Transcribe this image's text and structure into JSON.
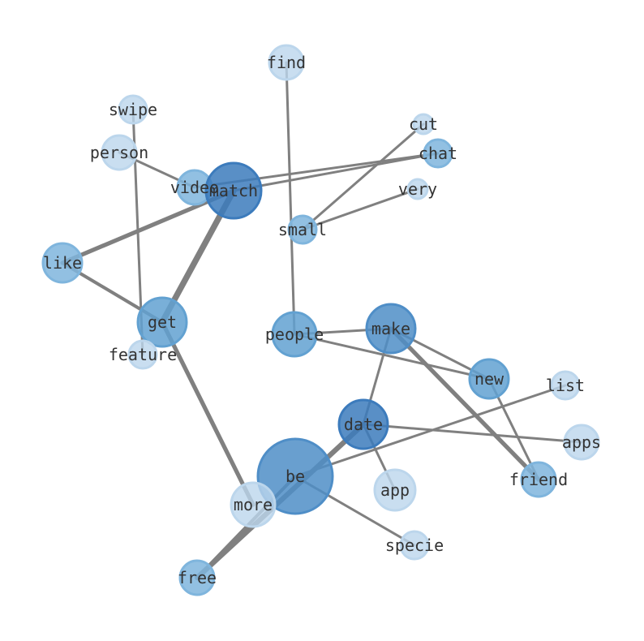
{
  "nodes": [
    {
      "id": "find",
      "label": "find",
      "tone": "light"
    },
    {
      "id": "swipe",
      "label": "swipe",
      "tone": "light"
    },
    {
      "id": "person",
      "label": "person",
      "tone": "light"
    },
    {
      "id": "cut",
      "label": "cut",
      "tone": "light"
    },
    {
      "id": "chat",
      "label": "chat",
      "tone": "mid"
    },
    {
      "id": "very",
      "label": "very",
      "tone": "light"
    },
    {
      "id": "video",
      "label": "video",
      "tone": "mid"
    },
    {
      "id": "match",
      "label": "match",
      "tone": "darkest"
    },
    {
      "id": "small",
      "label": "small",
      "tone": "mid"
    },
    {
      "id": "like",
      "label": "like",
      "tone": "mid"
    },
    {
      "id": "get",
      "label": "get",
      "tone": "midDark"
    },
    {
      "id": "feature",
      "label": "feature",
      "tone": "light"
    },
    {
      "id": "people",
      "label": "people",
      "tone": "midDark"
    },
    {
      "id": "make",
      "label": "make",
      "tone": "dark"
    },
    {
      "id": "new",
      "label": "new",
      "tone": "midDark"
    },
    {
      "id": "list",
      "label": "list",
      "tone": "light"
    },
    {
      "id": "date",
      "label": "date",
      "tone": "darkest"
    },
    {
      "id": "apps",
      "label": "apps",
      "tone": "light"
    },
    {
      "id": "be",
      "label": "be",
      "tone": "dark"
    },
    {
      "id": "app",
      "label": "app",
      "tone": "light"
    },
    {
      "id": "friend",
      "label": "friend",
      "tone": "mid"
    },
    {
      "id": "more",
      "label": "more",
      "tone": "light"
    },
    {
      "id": "specie",
      "label": "specie",
      "tone": "light"
    },
    {
      "id": "free",
      "label": "free",
      "tone": "mid"
    }
  ],
  "edges": [
    {
      "source": "find",
      "target": "people",
      "weight": 1
    },
    {
      "source": "swipe",
      "target": "feature",
      "weight": 1
    },
    {
      "source": "person",
      "target": "video",
      "weight": 1
    },
    {
      "source": "video",
      "target": "chat",
      "weight": 1
    },
    {
      "source": "match",
      "target": "chat",
      "weight": 1
    },
    {
      "source": "cut",
      "target": "small",
      "weight": 1
    },
    {
      "source": "very",
      "target": "small",
      "weight": 1
    },
    {
      "source": "match",
      "target": "like",
      "weight": 2
    },
    {
      "source": "match",
      "target": "get",
      "weight": 3
    },
    {
      "source": "like",
      "target": "get",
      "weight": 1.5
    },
    {
      "source": "get",
      "target": "more",
      "weight": 2
    },
    {
      "source": "people",
      "target": "make",
      "weight": 1
    },
    {
      "source": "people",
      "target": "new",
      "weight": 1
    },
    {
      "source": "make",
      "target": "new",
      "weight": 1
    },
    {
      "source": "make",
      "target": "friend",
      "weight": 2
    },
    {
      "source": "new",
      "target": "friend",
      "weight": 1
    },
    {
      "source": "make",
      "target": "date",
      "weight": 1
    },
    {
      "source": "date",
      "target": "apps",
      "weight": 1
    },
    {
      "source": "date",
      "target": "app",
      "weight": 1
    },
    {
      "source": "date",
      "target": "free",
      "weight": 2.5
    },
    {
      "source": "be",
      "target": "free",
      "weight": 1.5
    },
    {
      "source": "be",
      "target": "list",
      "weight": 1
    },
    {
      "source": "be",
      "target": "specie",
      "weight": 1
    }
  ],
  "tones": {
    "light": "#bcd6ec",
    "mid": "#7fb5dd",
    "midDark": "#62a1d1",
    "dark": "#4f8ec7",
    "darkest": "#3c7bbc"
  },
  "edge_color": "#808080",
  "label_color": "#333333"
}
